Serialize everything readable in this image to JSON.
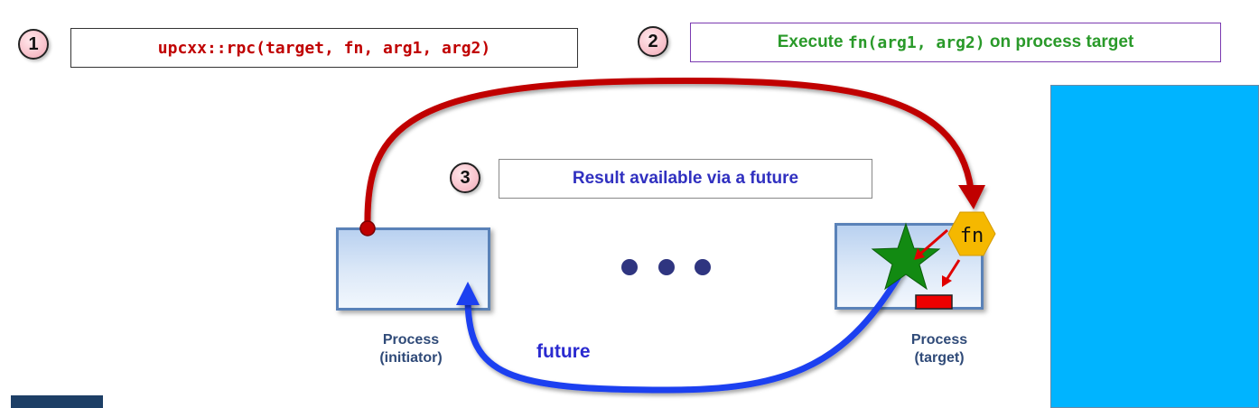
{
  "steps": [
    {
      "number": "1",
      "text": "upcxx::rpc(target, fn, arg1, arg2)"
    },
    {
      "number": "2",
      "text_before": "Execute ",
      "code": "fn(arg1, arg2)",
      "text_after": " on process target"
    },
    {
      "number": "3",
      "text": "Result available via a future"
    }
  ],
  "processes": {
    "initiator": {
      "line1": "Process",
      "line2": "(initiator)"
    },
    "target": {
      "line1": "Process",
      "line2": "(target)"
    }
  },
  "future_label": "future",
  "fn_badge": "fn",
  "colors": {
    "rpc_arrow": "#c00000",
    "future_arrow": "#1e3ff0",
    "badge": "#f5b800",
    "star": "#128a12",
    "result_block": "#ee0000",
    "panel": "#00b4ff"
  }
}
